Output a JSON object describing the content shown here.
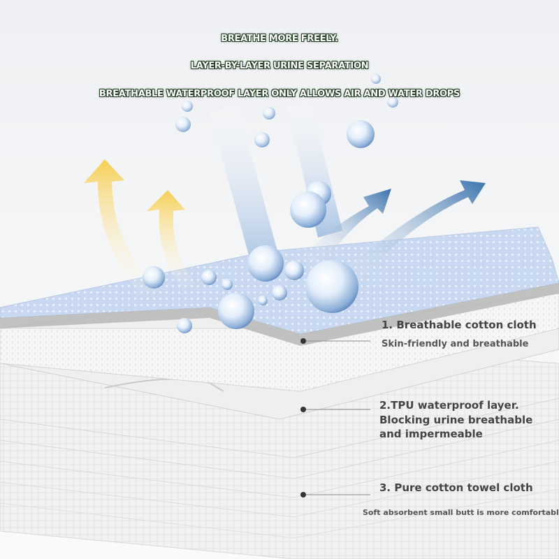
{
  "headlines": [
    "BREATHE MORE FREELY.",
    "LAYER-BY-LAYER URINE SEPARATION",
    "BREATHABLE WATERPROOF LAYER ONLY ALLOWS AIR AND WATER DROPS"
  ],
  "layers": [
    {
      "title": "1. Breathable cotton cloth",
      "description": "Skin-friendly and breathable"
    },
    {
      "title": "2.TPU waterproof layer.",
      "description_lines": [
        "Blocking urine breathable",
        "and impermeable"
      ]
    },
    {
      "title": "3. Pure cotton towel cloth",
      "description": "Soft absorbent small butt is more comfortable"
    }
  ],
  "colors": {
    "headline_outline": "#1f3a1f",
    "top_layer": "#c9d9f0",
    "warm_arrow": "#f6d36a",
    "cool_arrow": "#3f79b5",
    "bubble": "#dbe8f8"
  },
  "icons": [
    "warm-air-arrow",
    "cool-air-arrow",
    "water-drop"
  ]
}
